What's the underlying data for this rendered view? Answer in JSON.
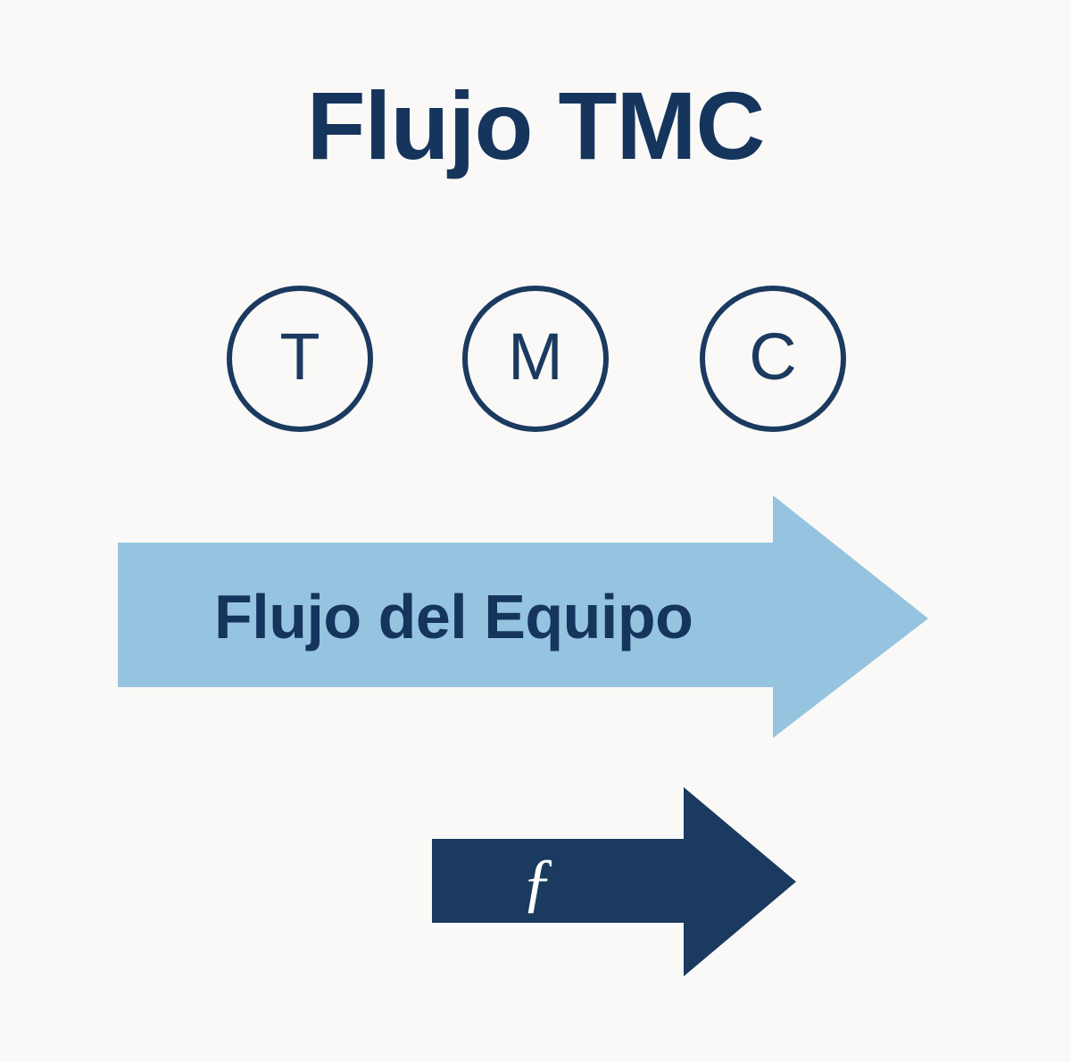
{
  "page": {
    "background_color": "#faf9f7",
    "navy": "#1b3a60",
    "navy_text": "#15355c",
    "light_blue": "#96c4e0",
    "white": "#ffffff"
  },
  "title": "Flujo TMC",
  "nodes": [
    {
      "letter": "T",
      "name": "circle-node-t"
    },
    {
      "letter": "M",
      "name": "circle-node-m"
    },
    {
      "letter": "C",
      "name": "circle-node-c"
    }
  ],
  "arrows": [
    {
      "label": "Flujo del Equipo",
      "fill": "#96c4e0",
      "text_color": "#15355c",
      "direction": "right"
    },
    {
      "label": "ƒ",
      "fill": "#1b3a60",
      "text_color": "#ffffff",
      "direction": "right"
    }
  ]
}
